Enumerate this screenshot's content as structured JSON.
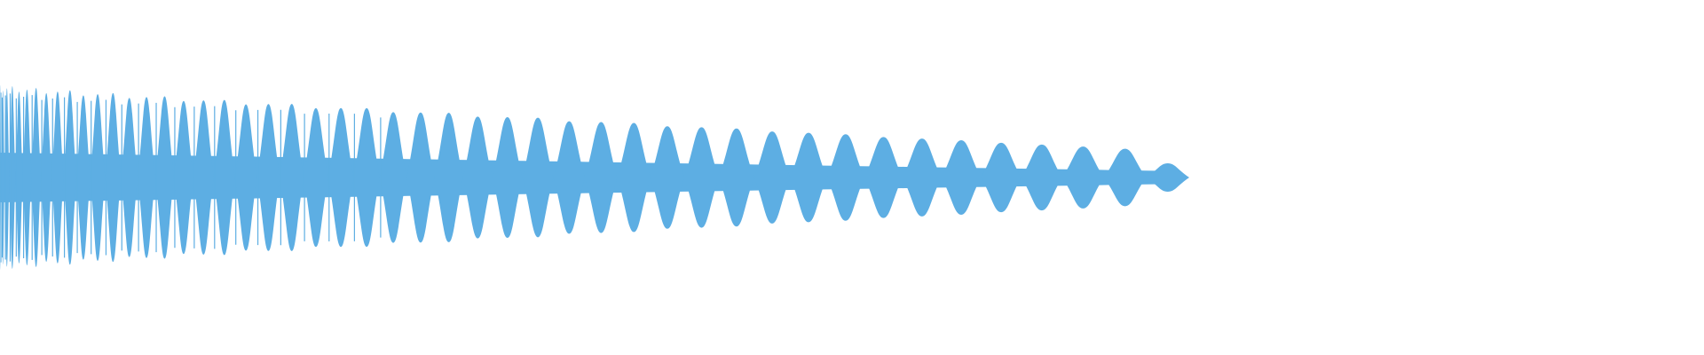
{
  "waveform": {
    "color": "#5daee3",
    "background": "#ffffff",
    "lobe_count": 48,
    "sample_detail": "dense",
    "shape": "lens-shaped amplitude lobes, narrowing in height and widening in spacing from left to right, ending mid-canvas"
  }
}
